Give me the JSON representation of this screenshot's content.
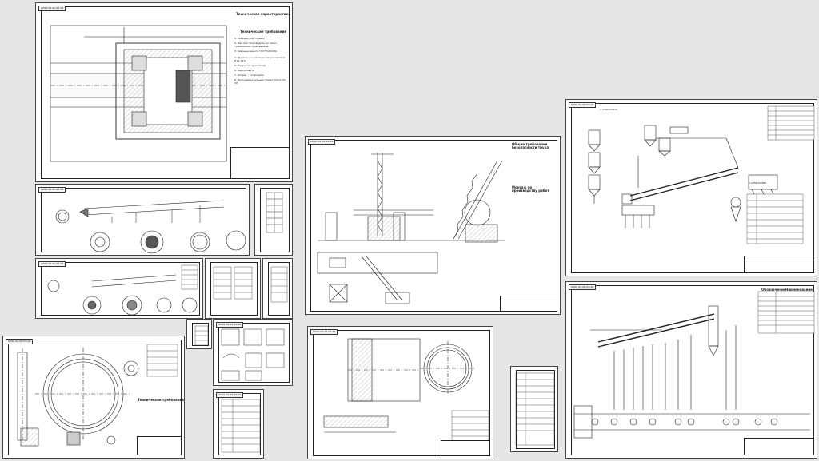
{
  "sheets": {
    "s1": {
      "stamp": "ХХХХ.ХХ.ХХ.ХХ.ХХ",
      "heading": "Техническая характеристика",
      "notes_title": "Технические требования",
      "notes": [
        "1. Размеры для справок",
        "2. Монтаж производить согласно техническим требованиям",
        "3. Сварные швы по ГОСТ 5264-80",
        "4. Предельные отклонения размеров по Н14, h14",
        "5. Покрытие грунтовкой",
        "6. Маркировать",
        "7. Опоры ... установить",
        "8. Присоединительные отверстия по ОТ-ХЛ"
      ]
    },
    "s2": {
      "stamp": "ХХХХ.ХХ.ХХ.ХХ.ХХ"
    },
    "s3": {
      "stamp": "ХХХХ.ХХ.ХХ.ХХ.ХХ"
    },
    "s4": {
      "stamp": "ХХХХ.ХХ.ХХ.ХХ.ХХ",
      "notes_title": "Технические требования"
    },
    "s5": {
      "stamp": "ХХХХ.ХХ.ХХ.ХХ.ХХ"
    },
    "s6": {
      "stamp": "ХХХХ.ХХ.ХХ.ХХ.ХХ"
    },
    "s7": {
      "stamp": "ХХХХ.ХХ.ХХ.ХХ.ХХ",
      "heading": "Общие требования безопасности труда",
      "notes2_title": "Монтаж по производству работ"
    },
    "s8": {
      "stamp": "ХХХХ.ХХ.ХХ.ХХ.ХХ"
    },
    "s9": {
      "stamp": "ХХХХ.ХХ.ХХ.ХХ.ХХ"
    },
    "s10": {
      "stamp": "ХХХХ.ХХ.ХХ.ХХ.ХХ",
      "label_top": "К АТМОСФЕРЕ",
      "label_right": "К АТМОСФЕРЕ"
    },
    "s11": {
      "stamp": "ХХХХ.ХХ.ХХ.ХХ.ХХ",
      "legend_title": "Обозначение",
      "legend_title2": "Наименование"
    }
  },
  "colors": {
    "line": "#222222",
    "paper": "#ffffff",
    "background": "#e6e6e6"
  }
}
